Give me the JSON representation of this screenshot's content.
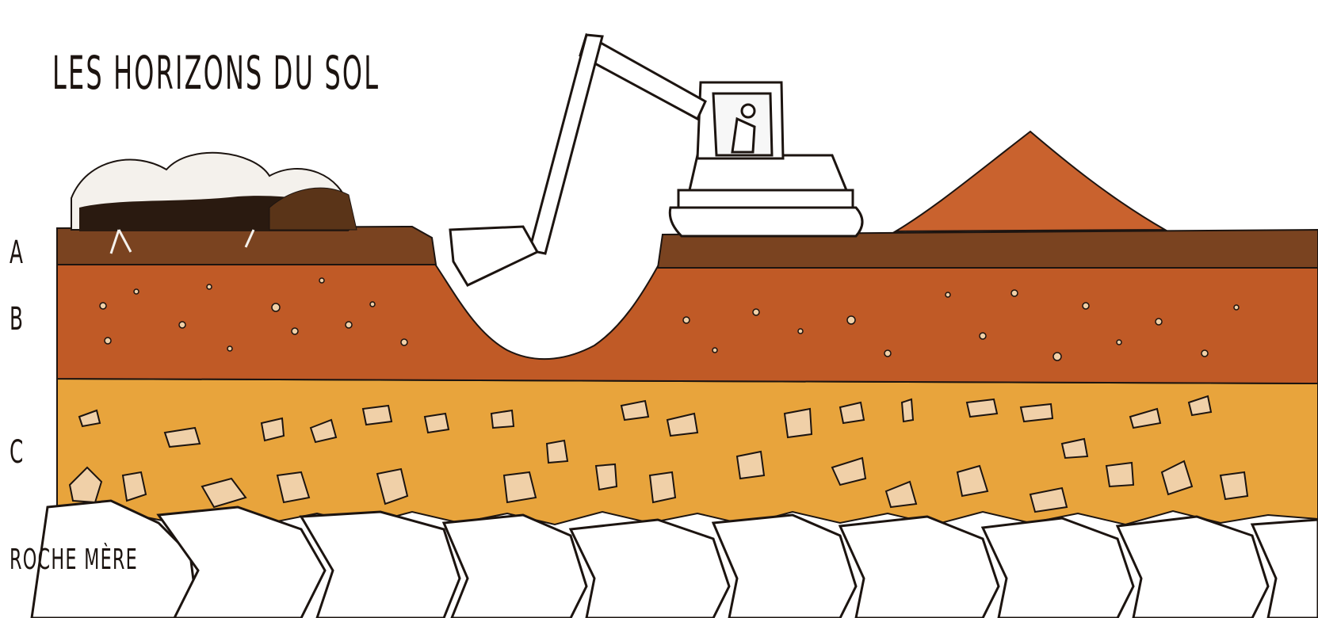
{
  "title": "LES HORIZONS DU SOL",
  "horizons": [
    {
      "label": "A",
      "color": "#7a4320"
    },
    {
      "label": "B",
      "color": "#c05a26"
    },
    {
      "label": "C",
      "color": "#e8a43c"
    },
    {
      "label": "ROCHE MÈRE",
      "color": "#ffffff"
    }
  ],
  "colors": {
    "topsoil": "#7a4320",
    "subsoil": "#c05a26",
    "weathered": "#e8a43c",
    "pebble": "#f0d0a8",
    "dirt_pile": "#c9622e",
    "ink": "#1c1410"
  }
}
